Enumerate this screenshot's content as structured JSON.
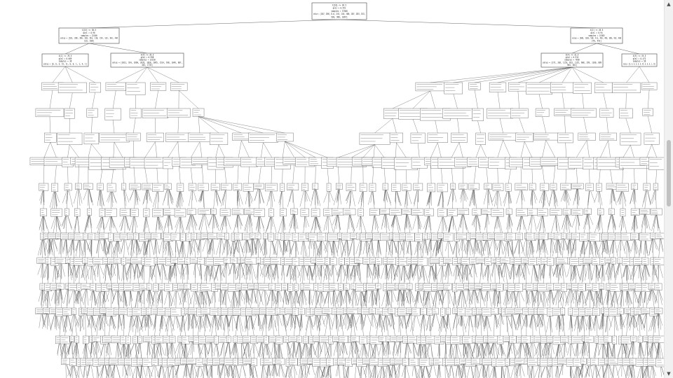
{
  "tree": {
    "root": {
      "split": "X[18] <= 36.5",
      "gini": "gini = 0.951",
      "samples": "samples = 37568",
      "value": "value = [2507, 2898, 3114, 2153, 1516, 2086, 2507, 2855, 2922,",
      "value2": "930, 968, 1867]"
    },
    "left": {
      "split": "X[15] <= 38.5",
      "gini": "gini = 0.96",
      "samples": "samples = 22186",
      "value": "value = [181, 268, 390, 283, 501, 218, 154, 133, 342, 446",
      "value2": "133, 208]"
    },
    "right": {
      "split": "X[2] <= 26.5",
      "gini": "gini = 0.94",
      "samples": "samples = 15382",
      "value": "value = [408, 1183, 528, 411, 463, 493, 380, 432, 408",
      "value2": "270, 451]"
    },
    "ll": {
      "split": "X[2] <= 76.5",
      "gini": "gini = 0.609",
      "samples": "samples = 36",
      "value": "value = [0, 0, 3, 19, 11, 0, 0, 1, 1, 4, 1]"
    },
    "lr": {
      "split": "X[9] <= 35.5",
      "gini": "gini = 0.958",
      "samples": "samples = 22150",
      "value": "value = [2012, 924, 1890, 2035, 1830, 2095, 1514, 938, 1049, 807,",
      "value2": "445, 1733]"
    },
    "rl": {
      "split": "X[4] <= 31.5",
      "gini": "gini = 0.912",
      "samples": "samples = 7636",
      "value": "value = [272, 336, 1153, 823, 1125, 608, 299, 1180, 889",
      "value2": "964, 561]"
    },
    "rr": {
      "split": "X[9] <= 19.5",
      "gini": "gini = 0.472",
      "samples": "samples = 56",
      "value": "value = [0, 0, 0, 0, 0, 0, 35, 0, 0, 0, 1, 12]"
    }
  },
  "scrollbar": {
    "up": "▲",
    "down": "▼"
  }
}
